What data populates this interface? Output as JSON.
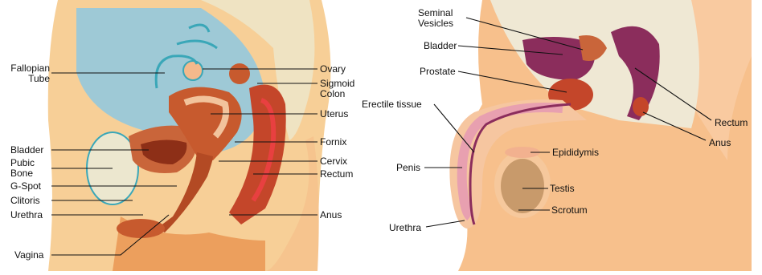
{
  "female": {
    "labels_left": [
      {
        "id": "fallopian",
        "text": "Fallopian\nTube"
      },
      {
        "id": "bladder",
        "text": "Bladder"
      },
      {
        "id": "pubic-bone",
        "text": "Pubic\nBone"
      },
      {
        "id": "g-spot",
        "text": "G-Spot"
      },
      {
        "id": "clitoris",
        "text": "Clitoris"
      },
      {
        "id": "urethra",
        "text": "Urethra"
      },
      {
        "id": "vagina",
        "text": "Vagina"
      }
    ],
    "labels_right": [
      {
        "id": "ovary",
        "text": "Ovary"
      },
      {
        "id": "sigmoid-colon",
        "text": "Sigmoid\nColon"
      },
      {
        "id": "uterus",
        "text": "Uterus"
      },
      {
        "id": "fornix",
        "text": "Fornix"
      },
      {
        "id": "cervix",
        "text": "Cervix"
      },
      {
        "id": "rectum",
        "text": "Rectum"
      },
      {
        "id": "anus",
        "text": "Anus"
      }
    ]
  },
  "male": {
    "labels": [
      {
        "id": "seminal-vesicles",
        "text": "Seminal\nVesicles"
      },
      {
        "id": "bladder",
        "text": "Bladder"
      },
      {
        "id": "prostate",
        "text": "Prostate"
      },
      {
        "id": "erectile-tissue",
        "text": "Erectile tissue"
      },
      {
        "id": "penis",
        "text": "Penis"
      },
      {
        "id": "urethra",
        "text": "Urethra"
      },
      {
        "id": "epididymis",
        "text": "Epididymis"
      },
      {
        "id": "testis",
        "text": "Testis"
      },
      {
        "id": "scrotum",
        "text": "Scrotum"
      },
      {
        "id": "rectum",
        "text": "Rectum"
      },
      {
        "id": "anus",
        "text": "Anus"
      }
    ]
  },
  "colors": {
    "skin": "#f4c08a",
    "skin_light": "#f9dcb4",
    "blue": "#8fc3d3",
    "muscle": "#c75a2e",
    "muscle_dark": "#9b3518",
    "purple": "#8b2d5c",
    "pink": "#e8a0b0",
    "bone": "#e9e4c6"
  }
}
